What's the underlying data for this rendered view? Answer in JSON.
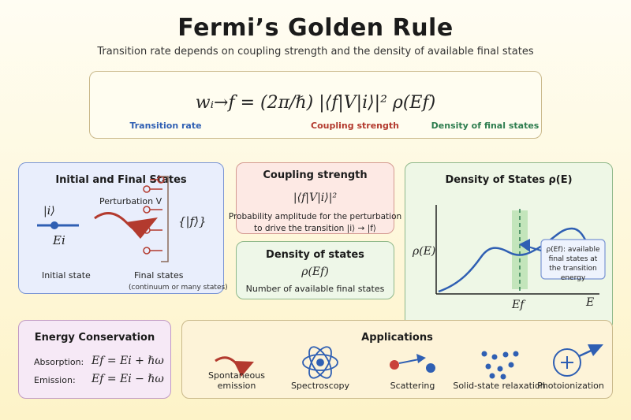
{
  "header": {
    "title": "Fermi’s Golden Rule",
    "subtitle": "Transition rate depends on coupling strength and the density of available final states"
  },
  "equation": {
    "formula": "wᵢ→f = (2π/ℏ) |⟨f|V|i⟩|² ρ(Ef)",
    "labels": {
      "rate": "Transition rate",
      "coupling": "Coupling strength",
      "dos": "Density of final states"
    },
    "colors": {
      "rate": "#2f5fb3",
      "coupling": "#b33a2e",
      "dos": "#2e7d4f"
    }
  },
  "states_panel": {
    "title": "Initial and Final States",
    "initial_ket": "|i⟩",
    "initial_energy": "Ei",
    "perturbation": "Perturbation V",
    "final_ket": "{|f⟩}",
    "initial_label": "Initial state",
    "final_label": "Final states",
    "final_note": "(continuum or many states)"
  },
  "coupling_panel": {
    "title": "Coupling strength",
    "formula": "|⟨f|V|i⟩|²",
    "desc1": "Probability amplitude for the perturbation",
    "desc2": "to drive the transition |i⟩ → |f⟩"
  },
  "dos_small_panel": {
    "title": "Density of states",
    "formula": "ρ(Ef)",
    "desc": "Number of available final states"
  },
  "dos_panel": {
    "title": "Density of States ρ(E)",
    "ylabel": "ρ(E)",
    "xlabel": "E",
    "marker": "Ef",
    "callout1": "ρ(Ef): available",
    "callout2": "final states at",
    "callout3": "the transition energy"
  },
  "energy_panel": {
    "title": "Energy Conservation",
    "absorption_label": "Absorption:",
    "absorption_eq": "Ef = Ei + ℏω",
    "emission_label": "Emission:",
    "emission_eq": "Ef = Ei − ℏω"
  },
  "applications": {
    "title": "Applications",
    "items": [
      {
        "label1": "Spontaneous",
        "label2": "emission",
        "icon": "wave-arrow-icon"
      },
      {
        "label1": "Spectroscopy",
        "label2": "",
        "icon": "atom-icon"
      },
      {
        "label1": "Scattering",
        "label2": "",
        "icon": "scattering-icon"
      },
      {
        "label1": "Solid-state relaxation",
        "label2": "",
        "icon": "dots-icon"
      },
      {
        "label1": "Photoionization",
        "label2": "",
        "icon": "ionization-icon"
      }
    ]
  }
}
